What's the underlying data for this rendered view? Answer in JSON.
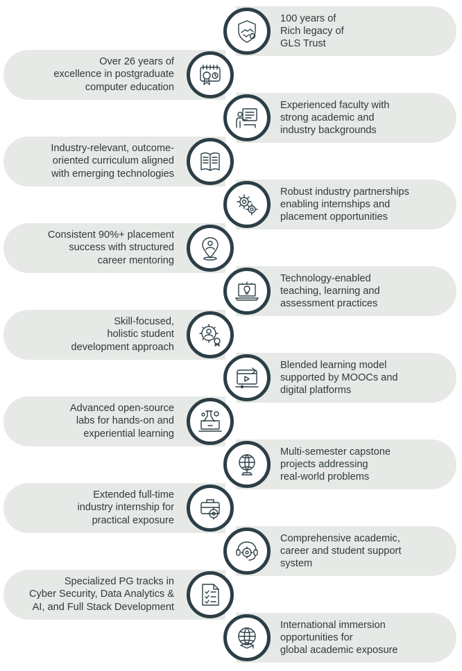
{
  "items": [
    {
      "side": "right",
      "icon": "handshake-shield-icon",
      "lines": [
        "100 years of",
        "Rich legacy of",
        "GLS Trust"
      ]
    },
    {
      "side": "left",
      "icon": "calendar-award-icon",
      "lines": [
        "Over 26 years of",
        "excellence in postgraduate",
        "computer education"
      ]
    },
    {
      "side": "right",
      "icon": "teacher-presentation-icon",
      "lines": [
        "Experienced faculty with",
        "strong academic and",
        "industry backgrounds"
      ]
    },
    {
      "side": "left",
      "icon": "open-book-icon",
      "lines": [
        "Industry-relevant, outcome-",
        "oriented curriculum aligned",
        "with emerging technologies"
      ]
    },
    {
      "side": "right",
      "icon": "gears-icon",
      "lines": [
        "Robust industry partnerships",
        "enabling internships and",
        "placement opportunities"
      ]
    },
    {
      "side": "left",
      "icon": "location-person-icon",
      "lines": [
        "Consistent 90%+ placement",
        "success with structured",
        "career mentoring"
      ]
    },
    {
      "side": "right",
      "icon": "laptop-idea-icon",
      "lines": [
        "Technology-enabled",
        "teaching, learning and",
        "assessment practices"
      ]
    },
    {
      "side": "left",
      "icon": "gear-person-icon",
      "lines": [
        "Skill-focused,",
        "holistic student",
        "development approach"
      ]
    },
    {
      "side": "right",
      "icon": "video-learning-icon",
      "lines": [
        "Blended learning model",
        "supported by MOOCs and",
        "digital platforms"
      ]
    },
    {
      "side": "left",
      "icon": "lab-laptop-icon",
      "lines": [
        "Advanced open-source",
        "labs for hands-on and",
        "experiential learning"
      ]
    },
    {
      "side": "right",
      "icon": "globe-project-icon",
      "lines": [
        "Multi-semester capstone",
        "projects addressing",
        "real-world problems"
      ]
    },
    {
      "side": "left",
      "icon": "briefcase-gear-icon",
      "lines": [
        "Extended full-time",
        "industry internship for",
        "practical exposure"
      ]
    },
    {
      "side": "right",
      "icon": "support-gears-icon",
      "lines": [
        "Comprehensive academic,",
        "career and student support",
        "system"
      ]
    },
    {
      "side": "left",
      "icon": "checklist-document-icon",
      "lines": [
        "Specialized PG tracks in",
        "Cyber Security,  Data Analytics &",
        "AI, and Full Stack Development"
      ]
    },
    {
      "side": "right",
      "icon": "globe-graduation-cap-icon",
      "lines": [
        "International immersion",
        "opportunities for",
        "global academic exposure"
      ]
    }
  ]
}
